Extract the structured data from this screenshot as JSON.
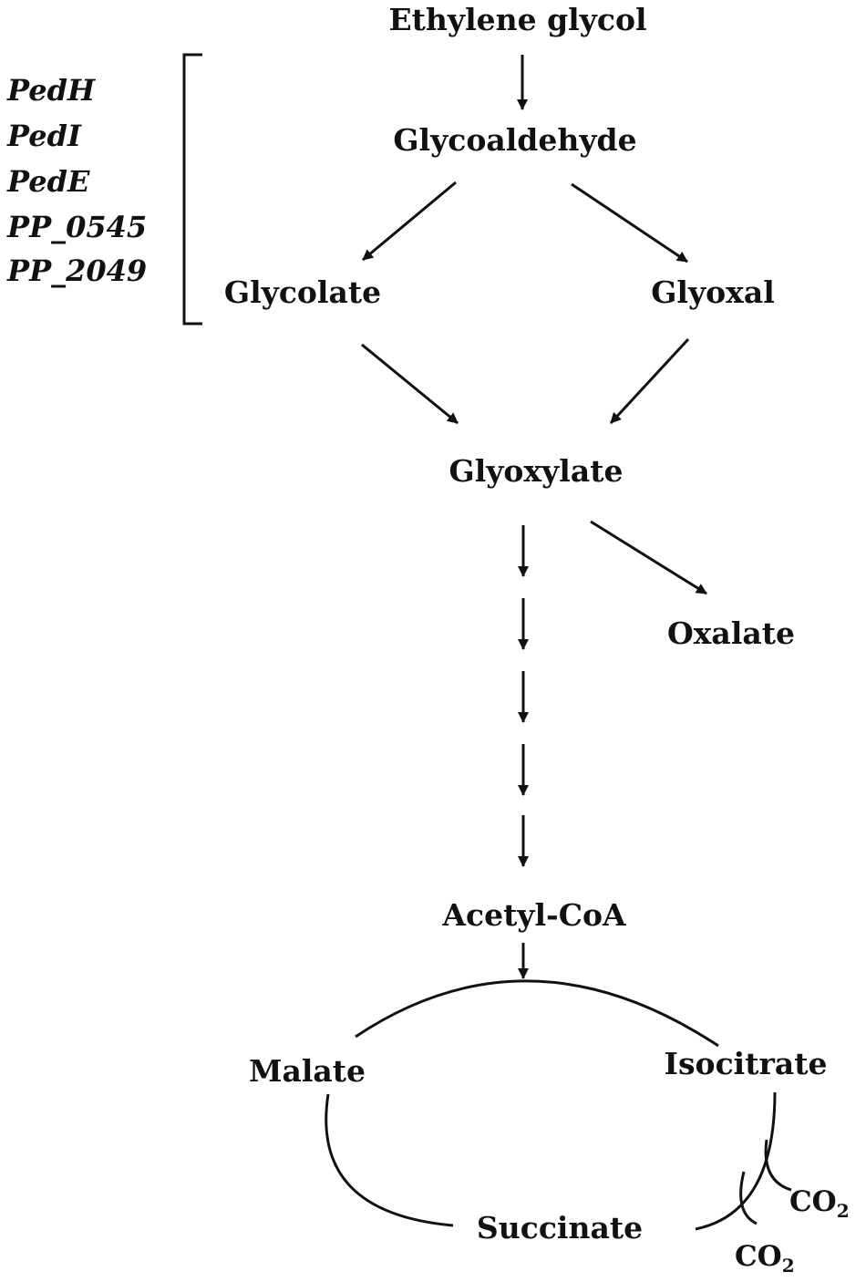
{
  "metabolites": {
    "ethylene_glycol": "Ethylene glycol",
    "glycoaldehyde": "Glycoaldehyde",
    "glycolate": "Glycolate",
    "glyoxal": "Glyoxal",
    "glyoxylate": "Glyoxylate",
    "oxalate": "Oxalate",
    "acetyl_coa": "Acetyl-CoA",
    "malate": "Malate",
    "isocitrate": "Isocitrate",
    "succinate": "Succinate"
  },
  "enzymes": [
    "PedH",
    "PedI",
    "PedE",
    "PP_0545",
    "PP_2049"
  ],
  "co2": {
    "main": "CO",
    "subscript": "2"
  }
}
